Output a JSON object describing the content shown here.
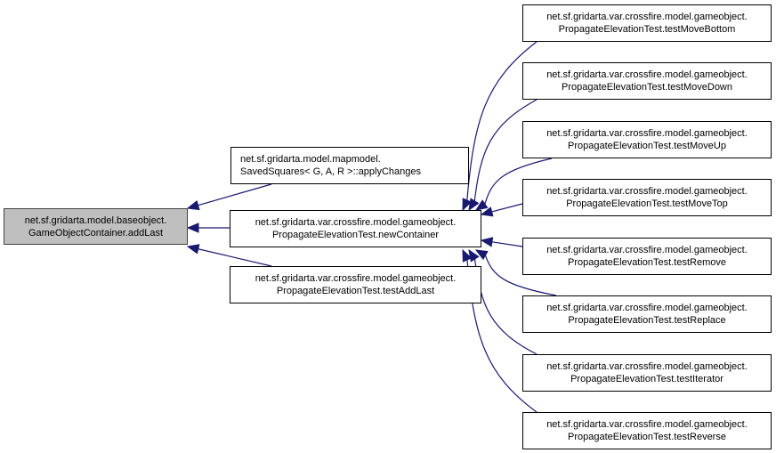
{
  "diagram": {
    "type": "doxygen-caller-graph",
    "edge_color": "#191970",
    "root": {
      "id": "root",
      "lines": [
        "net.sf.gridarta.model.baseobject.",
        "GameObjectContainer.addLast"
      ],
      "highlighted": true
    },
    "level1": [
      {
        "id": "applyChanges",
        "lines": [
          "net.sf.gridarta.model.mapmodel.",
          "SavedSquares< G, A, R >::applyChanges"
        ]
      },
      {
        "id": "newContainer",
        "lines": [
          "net.sf.gridarta.var.crossfire.model.gameobject.",
          "PropagateElevationTest.newContainer"
        ]
      },
      {
        "id": "testAddLast",
        "lines": [
          "net.sf.gridarta.var.crossfire.model.gameobject.",
          "PropagateElevationTest.testAddLast"
        ]
      }
    ],
    "level2": [
      {
        "id": "testMoveBottom",
        "lines": [
          "net.sf.gridarta.var.crossfire.model.gameobject.",
          "PropagateElevationTest.testMoveBottom"
        ]
      },
      {
        "id": "testMoveDown",
        "lines": [
          "net.sf.gridarta.var.crossfire.model.gameobject.",
          "PropagateElevationTest.testMoveDown"
        ]
      },
      {
        "id": "testMoveUp",
        "lines": [
          "net.sf.gridarta.var.crossfire.model.gameobject.",
          "PropagateElevationTest.testMoveUp"
        ]
      },
      {
        "id": "testMoveTop",
        "lines": [
          "net.sf.gridarta.var.crossfire.model.gameobject.",
          "PropagateElevationTest.testMoveTop"
        ]
      },
      {
        "id": "testRemove",
        "lines": [
          "net.sf.gridarta.var.crossfire.model.gameobject.",
          "PropagateElevationTest.testRemove"
        ]
      },
      {
        "id": "testReplace",
        "lines": [
          "net.sf.gridarta.var.crossfire.model.gameobject.",
          "PropagateElevationTest.testReplace"
        ]
      },
      {
        "id": "testIterator",
        "lines": [
          "net.sf.gridarta.var.crossfire.model.gameobject.",
          "PropagateElevationTest.testIterator"
        ]
      },
      {
        "id": "testReverse",
        "lines": [
          "net.sf.gridarta.var.crossfire.model.gameobject.",
          "PropagateElevationTest.testReverse"
        ]
      }
    ],
    "edges": [
      {
        "from": "applyChanges",
        "to": "root"
      },
      {
        "from": "newContainer",
        "to": "root"
      },
      {
        "from": "testAddLast",
        "to": "root"
      },
      {
        "from": "testMoveBottom",
        "to": "newContainer"
      },
      {
        "from": "testMoveDown",
        "to": "newContainer"
      },
      {
        "from": "testMoveUp",
        "to": "newContainer"
      },
      {
        "from": "testMoveTop",
        "to": "newContainer"
      },
      {
        "from": "testRemove",
        "to": "newContainer"
      },
      {
        "from": "testReplace",
        "to": "newContainer"
      },
      {
        "from": "testIterator",
        "to": "newContainer"
      },
      {
        "from": "testReverse",
        "to": "newContainer"
      }
    ]
  }
}
